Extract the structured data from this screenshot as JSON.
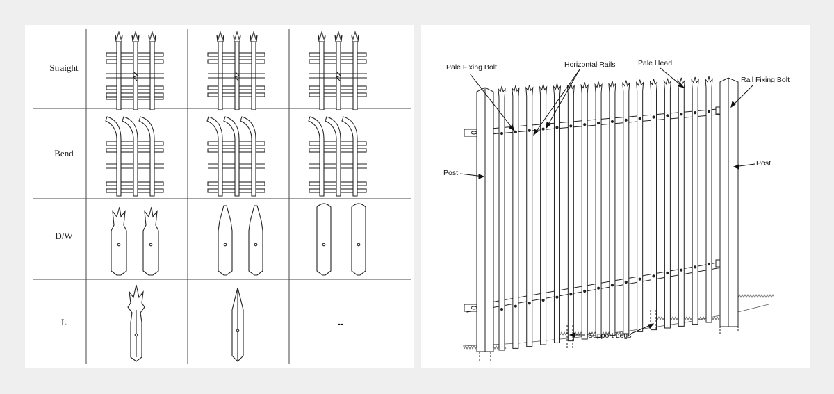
{
  "table": {
    "rows": [
      {
        "label": "Straight"
      },
      {
        "label": "Bend"
      },
      {
        "label": "D/W"
      },
      {
        "label": "L"
      }
    ],
    "empty_cell": "--"
  },
  "diagram": {
    "labels": {
      "pale_fixing_bolt": "Pale Fixing Bolt",
      "horizontal_rails": "Horizontal Rails",
      "pale_head": "Pale Head",
      "rail_fixing_bolt": "Rail Fixing Bolt",
      "post_left": "Post",
      "post_right": "Post",
      "support_legs": "Support Legs"
    }
  }
}
